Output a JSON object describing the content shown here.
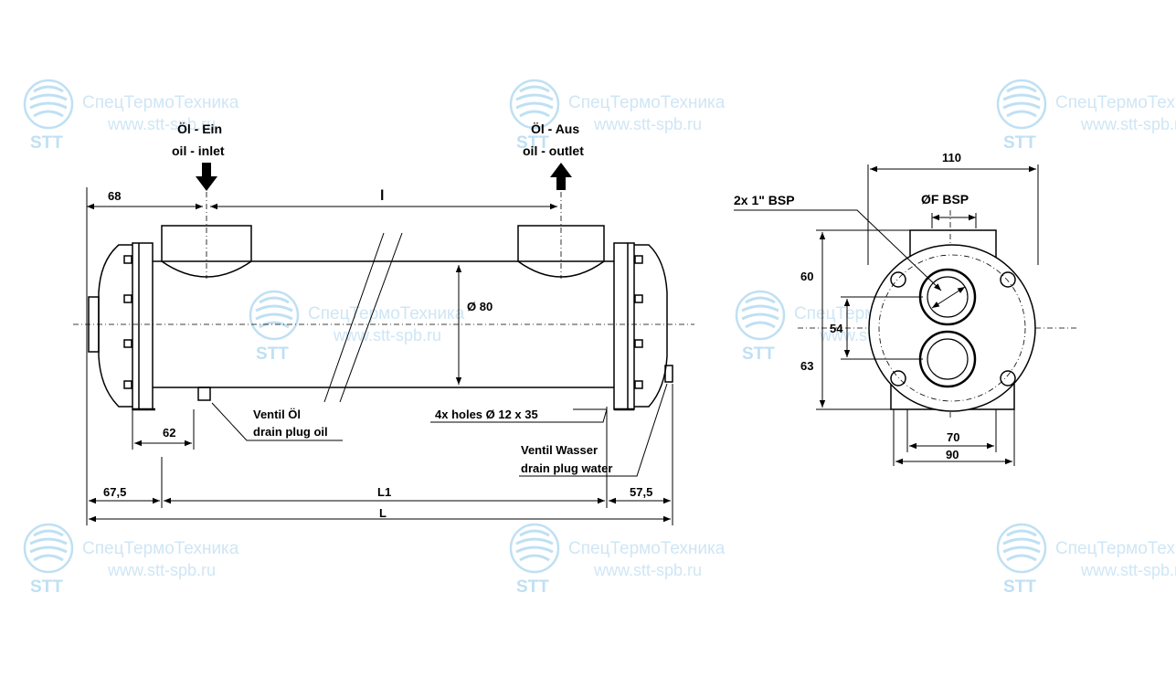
{
  "watermark": {
    "company": "СпецТермоТехника",
    "url": "www.stt-spb.ru",
    "logo": "STT",
    "color": "#bfe0f3"
  },
  "labels": {
    "oil_inlet_de": "Öl - Ein",
    "oil_inlet_en": "oil - inlet",
    "oil_outlet_de": "Öl - Aus",
    "oil_outlet_en": "oil - outlet",
    "drain_oil_de": "Ventil Öl",
    "drain_oil_en": "drain plug oil",
    "holes": "4x holes Ø 12 x 35",
    "drain_water_de": "Ventil Wasser",
    "drain_water_en": "drain plug water",
    "bsp_ports": "2x 1\" BSP",
    "bsp_f": "ØF BSP"
  },
  "dimensions": {
    "d68": "68",
    "l": "l",
    "diameter": "Ø  80",
    "d62": "62",
    "d67_5": "67,5",
    "L1": "L1",
    "d57_5": "57,5",
    "L": "L",
    "d110": "110",
    "d60": "60",
    "d54": "54",
    "d63": "63",
    "d70": "70",
    "d90": "90"
  }
}
